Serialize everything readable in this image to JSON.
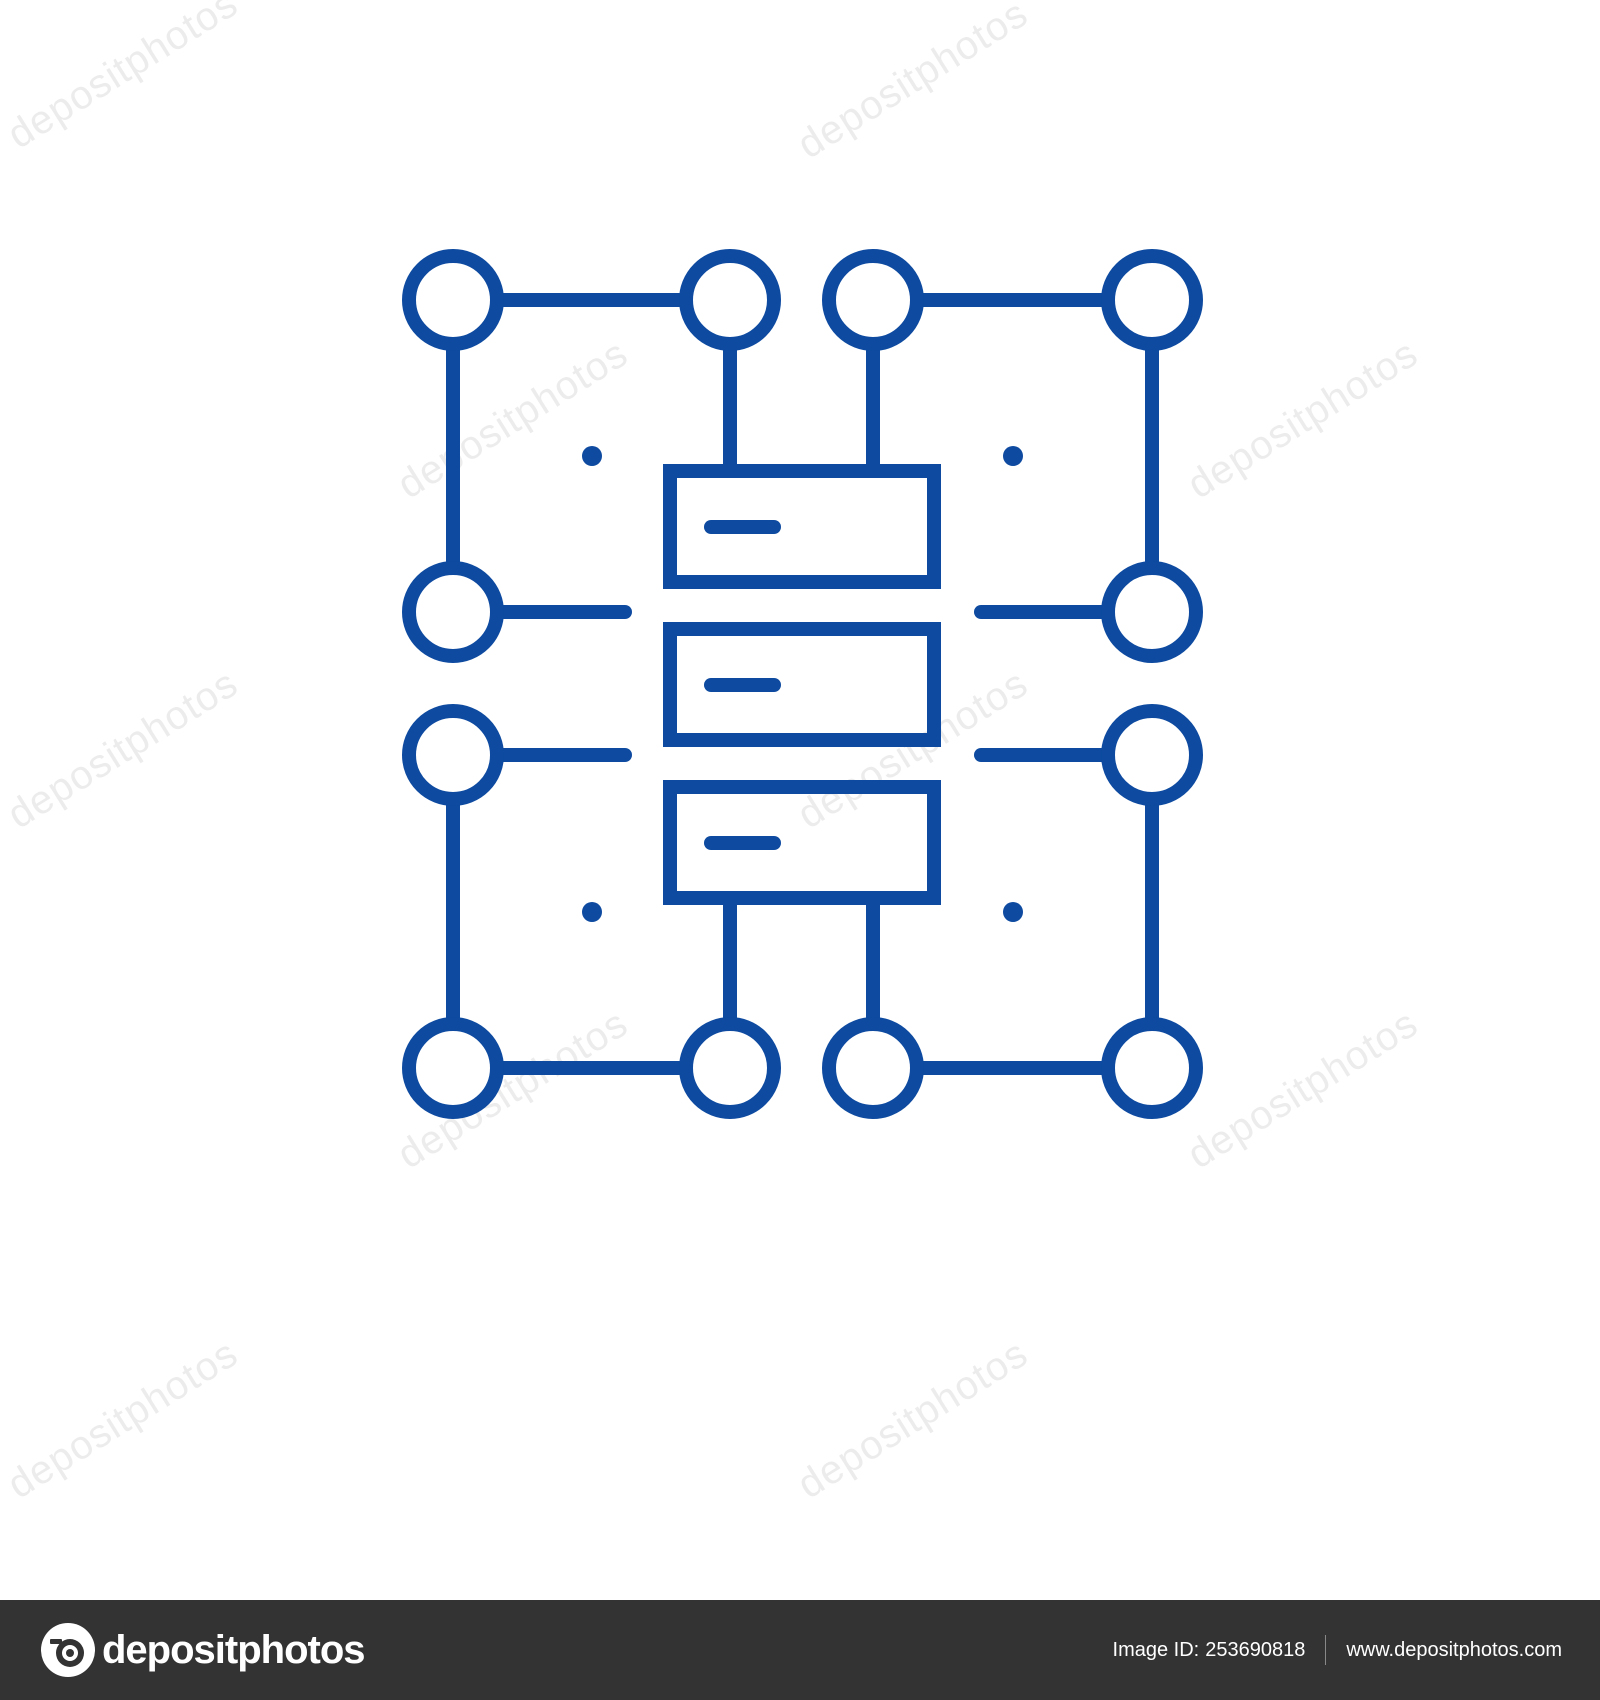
{
  "icon": {
    "name": "network-server-line-icon",
    "stroke_color": "#0d4aa0"
  },
  "watermark": {
    "text": "depositphotos"
  },
  "footer": {
    "brand": "depositphotos",
    "image_id_label": "Image ID:",
    "image_id": "253690818",
    "website": "www.depositphotos.com",
    "background": "#333333"
  }
}
